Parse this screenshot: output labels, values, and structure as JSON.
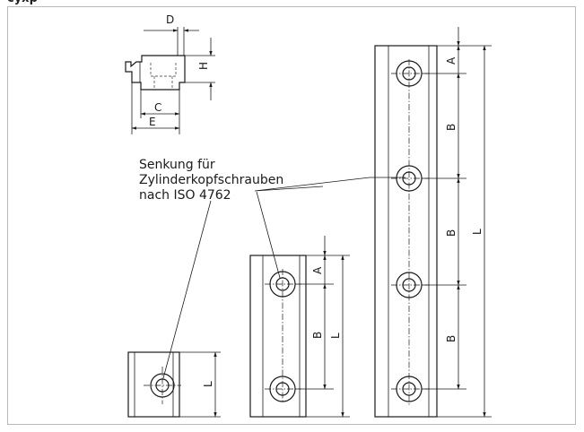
{
  "header": {
    "title": "cyxp"
  },
  "annotation": {
    "lines": [
      "Senkung für",
      "Zylinderkopfschrauben",
      "nach ISO 4762"
    ]
  },
  "profile_view": {
    "dims": {
      "D": "D",
      "H": "H",
      "C": "C",
      "E": "E"
    }
  },
  "short_bar": {
    "dims": {
      "L": "L"
    }
  },
  "mid_bar": {
    "dims": {
      "A": "A",
      "B": "B",
      "L": "L"
    }
  },
  "long_bar": {
    "dims": {
      "A": "A",
      "B1": "B",
      "B2": "B",
      "B3": "B",
      "L": "L"
    }
  }
}
